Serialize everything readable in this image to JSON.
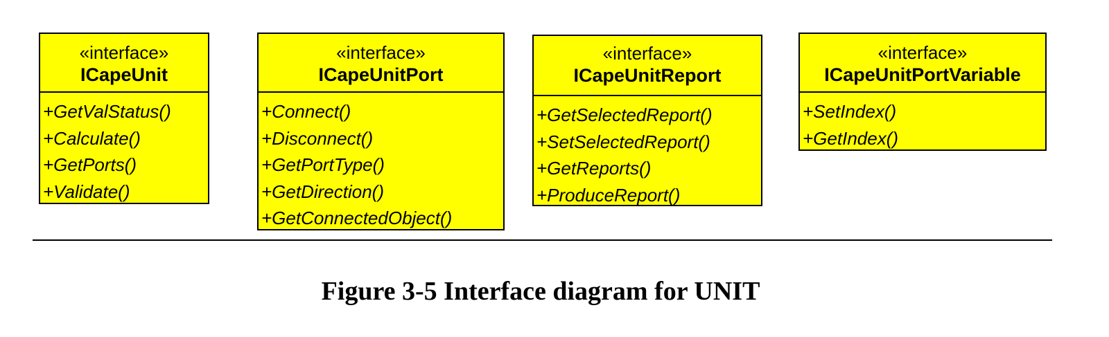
{
  "interfaces": [
    {
      "stereotype": "«interface»",
      "name": "ICapeUnit",
      "operations": [
        "+GetValStatus()",
        "+Calculate()",
        "+GetPorts()",
        "+Validate()"
      ]
    },
    {
      "stereotype": "«interface»",
      "name": "ICapeUnitPort",
      "operations": [
        "+Connect()",
        "+Disconnect()",
        "+GetPortType()",
        "+GetDirection()",
        "+GetConnectedObject()"
      ]
    },
    {
      "stereotype": "«interface»",
      "name": "ICapeUnitReport",
      "operations": [
        "+GetSelectedReport()",
        "+SetSelectedReport()",
        "+GetReports()",
        "+ProduceReport()"
      ]
    },
    {
      "stereotype": "«interface»",
      "name": "ICapeUnitPortVariable",
      "operations": [
        "+SetIndex()",
        "+GetIndex()"
      ]
    }
  ],
  "caption": "Figure 3-5 Interface diagram for UNIT",
  "colors": {
    "class_fill": "#ffff00",
    "border": "#000000"
  }
}
